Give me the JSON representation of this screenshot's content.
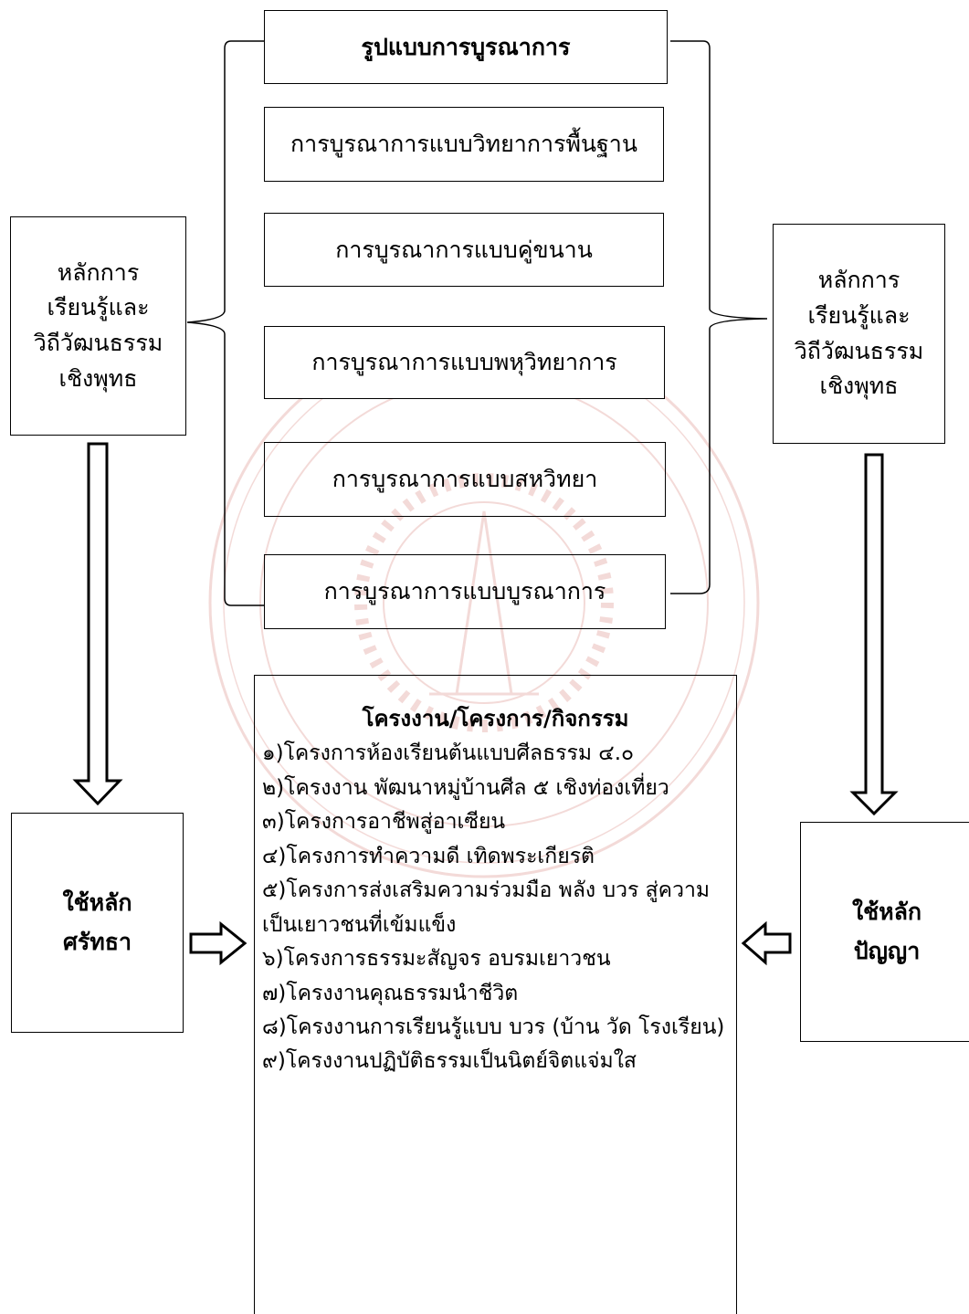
{
  "integration": {
    "title": "รูปแบบการบูรณาการ",
    "models": [
      "การบูรณาการแบบวิทยาการพื้นฐาน",
      "การบูรณาการแบบคู่ขนาน",
      "การบูรณาการแบบพหุวิทยาการ",
      "การบูรณาการแบบสหวิทยา",
      "การบูรณาการแบบบูรณาการ"
    ]
  },
  "left_principle": {
    "lines": [
      "หลักการ",
      "เรียนรู้และ",
      "วิถีวัฒนธรรม",
      "เชิงพุทธ"
    ]
  },
  "right_principle": {
    "lines": [
      "หลักการ",
      "เรียนรู้และ",
      "วิถีวัฒนธรรม",
      "เชิงพุทธ"
    ]
  },
  "left_use": {
    "lines": [
      "ใช้หลัก",
      "ศรัทธา"
    ]
  },
  "right_use": {
    "lines": [
      "ใช้หลัก",
      "ปัญญา"
    ]
  },
  "projects": {
    "title": "โครงงาน/โครงการ/กิจกรรม",
    "items": [
      "๑)โครงการห้องเรียนต้นแบบศีลธรรม ๔.๐",
      "๒)โครงงาน พัฒนาหมู่บ้านศีล ๕ เชิงท่องเที่ยว",
      "๓)โครงการอาชีพสู่อาเซียน",
      "๔)โครงการทำความดี เทิดพระเกียรติ",
      "๕)โครงการส่งเสริมความร่วมมือ พลัง บวร สู่ความเป็นเยาวชนที่เข้มแข็ง",
      "๖)โครงการธรรมะสัญจร อบรมเยาวชน",
      "๗)โครงงานคุณธรรมนำชีวิต",
      "๘)โครงงานการเรียนรู้แบบ บวร (บ้าน วัด โรงเรียน)",
      "๙)โครงงานปฏิบัติธรรมเป็นนิตย์จิตแจ่มใส"
    ]
  },
  "colors": {
    "line": "#000000",
    "watermark": "#c0392b"
  }
}
